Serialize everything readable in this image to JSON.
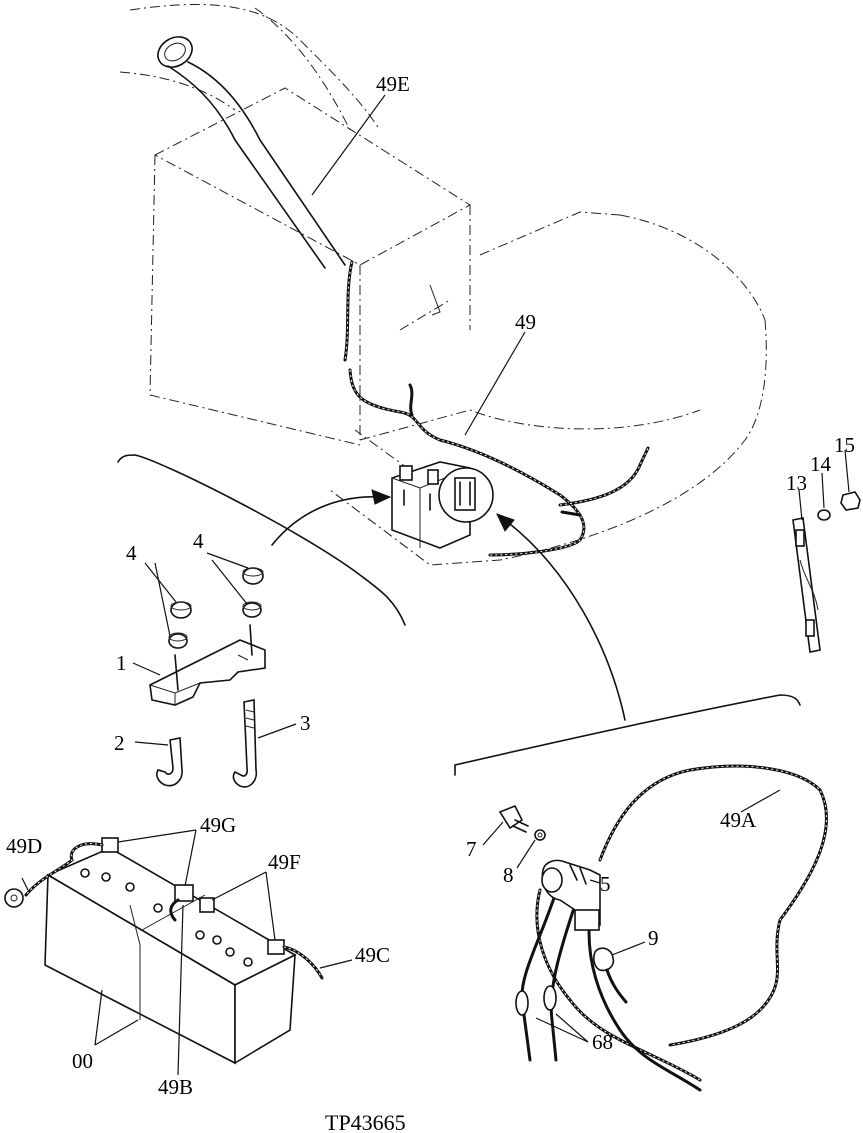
{
  "diagram": {
    "caption": "TP43665",
    "labels": {
      "l_49E": "49E",
      "l_49": "49",
      "l_15": "15",
      "l_14": "14",
      "l_13": "13",
      "l_4a": "4",
      "l_4b": "4",
      "l_1": "1",
      "l_2": "2",
      "l_3": "3",
      "l_49D": "49D",
      "l_49G": "49G",
      "l_49F": "49F",
      "l_49C": "49C",
      "l_00": "00",
      "l_49B": "49B",
      "l_49A": "49A",
      "l_7": "7",
      "l_8": "8",
      "l_5": "5",
      "l_9": "9",
      "l_68": "68"
    }
  }
}
